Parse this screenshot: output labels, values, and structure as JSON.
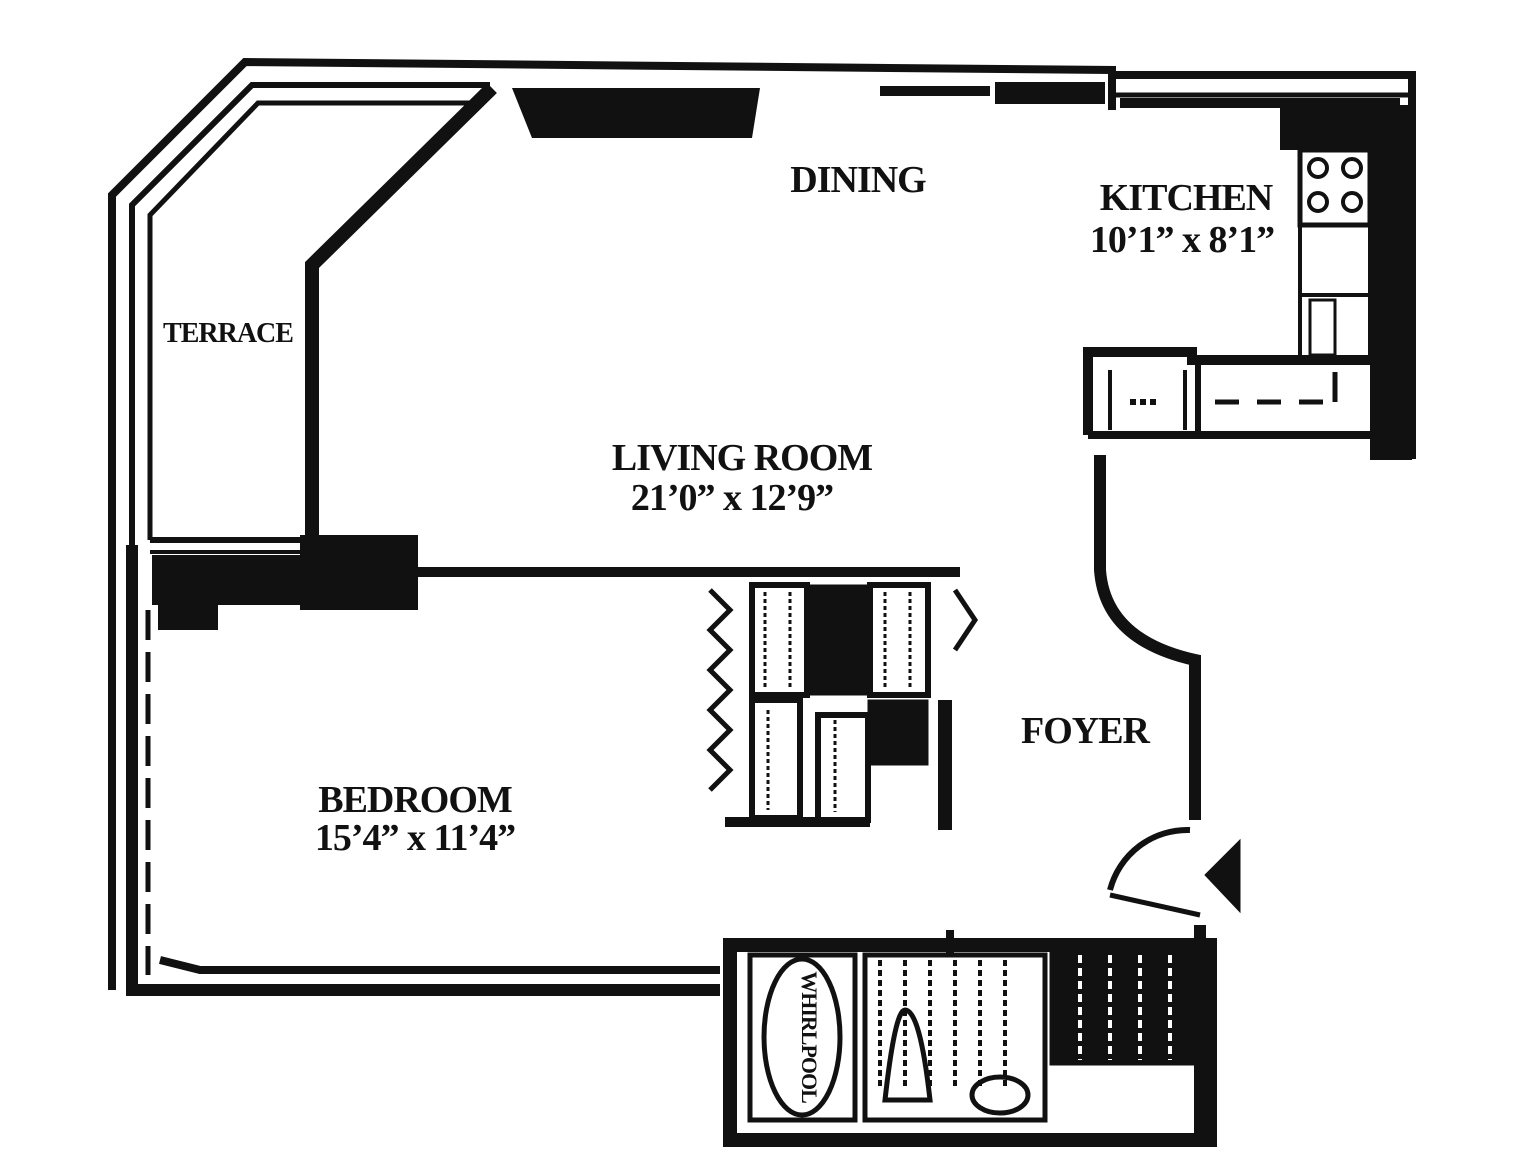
{
  "rooms": {
    "dining": {
      "name": "DINING"
    },
    "kitchen": {
      "name": "KITCHEN",
      "size": "10’1” x 8’1”"
    },
    "terrace": {
      "name": "TERRACE"
    },
    "living": {
      "name": "LIVING ROOM",
      "size": "21’0” x 12’9”"
    },
    "foyer": {
      "name": "FOYER"
    },
    "bedroom": {
      "name": "BEDROOM",
      "size": "15’4” x 11’4”"
    },
    "bath": {
      "fixture": "WHIRLPOOL"
    }
  },
  "colors": {
    "line": "#111111",
    "background": "#ffffff"
  }
}
